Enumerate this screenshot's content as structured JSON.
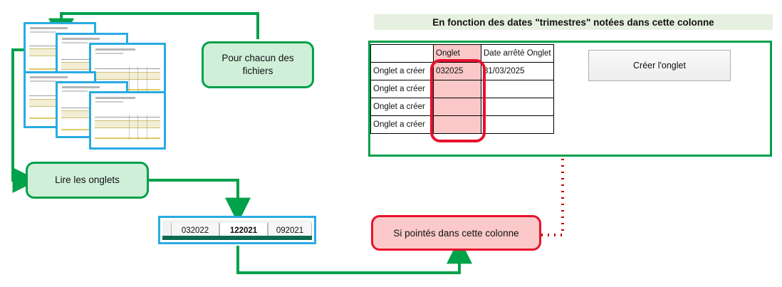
{
  "diagram": {
    "title_banner": "En fonction des dates \"trimestres\" notées dans cette colonne",
    "process_boxes": [
      {
        "id": "pour-chacun",
        "label": "Pour chacun des fichiers"
      },
      {
        "id": "lire-onglets",
        "label": "Lire les onglets"
      }
    ],
    "note_box": {
      "id": "si-pointes",
      "label": "Si pointés dans cette colonne"
    },
    "colors": {
      "green_line": "#00A14B",
      "green_fill": "#CFEFD9",
      "red_line": "#E8112D",
      "red_fill": "#FBC9C9",
      "dotted_red": "#C00000",
      "thumb_border": "#29ABE2",
      "banner_bg": "#E6F0E0",
      "pink_cell": "#FAC8C8"
    }
  },
  "sheet_tabs": {
    "tabs": [
      {
        "label": "032022",
        "active": false
      },
      {
        "label": "122021",
        "active": true
      },
      {
        "label": "092021",
        "active": false
      }
    ]
  },
  "table": {
    "headers": [
      "",
      "Onglet",
      "Date arrêté Onglet"
    ],
    "rows": [
      {
        "label": "Onglet a créer",
        "onglet": "032025",
        "date": "31/03/2025"
      },
      {
        "label": "Onglet a créer",
        "onglet": "",
        "date": ""
      },
      {
        "label": "Onglet a créer",
        "onglet": "",
        "date": ""
      },
      {
        "label": "Onglet a créer",
        "onglet": "",
        "date": ""
      }
    ]
  },
  "button": {
    "label": "Créer l'onglet"
  },
  "thumbnails": {
    "count": 6
  }
}
